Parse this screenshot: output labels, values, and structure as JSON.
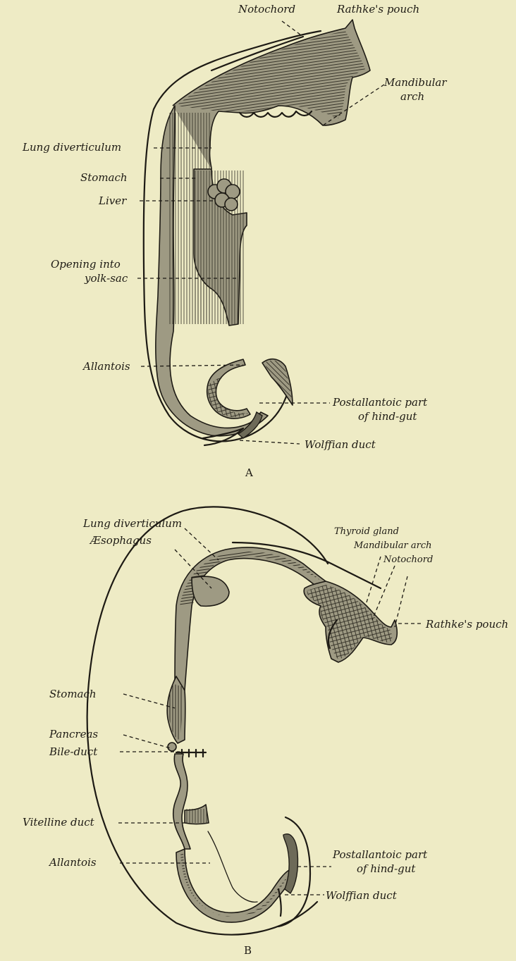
{
  "figureA": {
    "caption": "A",
    "labels": {
      "notochord": "Notochord",
      "rathke": "Rathke's pouch",
      "mandibular1": "Mandibular",
      "mandibular2": "arch",
      "lung": "Lung diverticulum",
      "stomach": "Stomach",
      "liver": "Liver",
      "opening1": "Opening into",
      "opening2": "yolk-sac",
      "allantois": "Allantois",
      "postallantoic1": "Postallantoic part",
      "postallantoic2": "of hind-gut",
      "wolffian": "Wolffian duct"
    }
  },
  "figureB": {
    "caption": "B",
    "labels": {
      "lung": "Lung diverticulum",
      "esophagus": "Æsophagus",
      "thyroid": "Thyroid gland",
      "mandibular": "Mandibular arch",
      "notochord": "Notochord",
      "rathke": "Rathke's pouch",
      "stomach": "Stomach",
      "pancreas": "Pancreas",
      "bile": "Bile-duct",
      "vitelline": "Vitelline duct",
      "allantois": "Allantois",
      "postallantoic1": "Postallantoic part",
      "postallantoic2": "of hind-gut",
      "wolffian": "Wolffian duct"
    }
  }
}
